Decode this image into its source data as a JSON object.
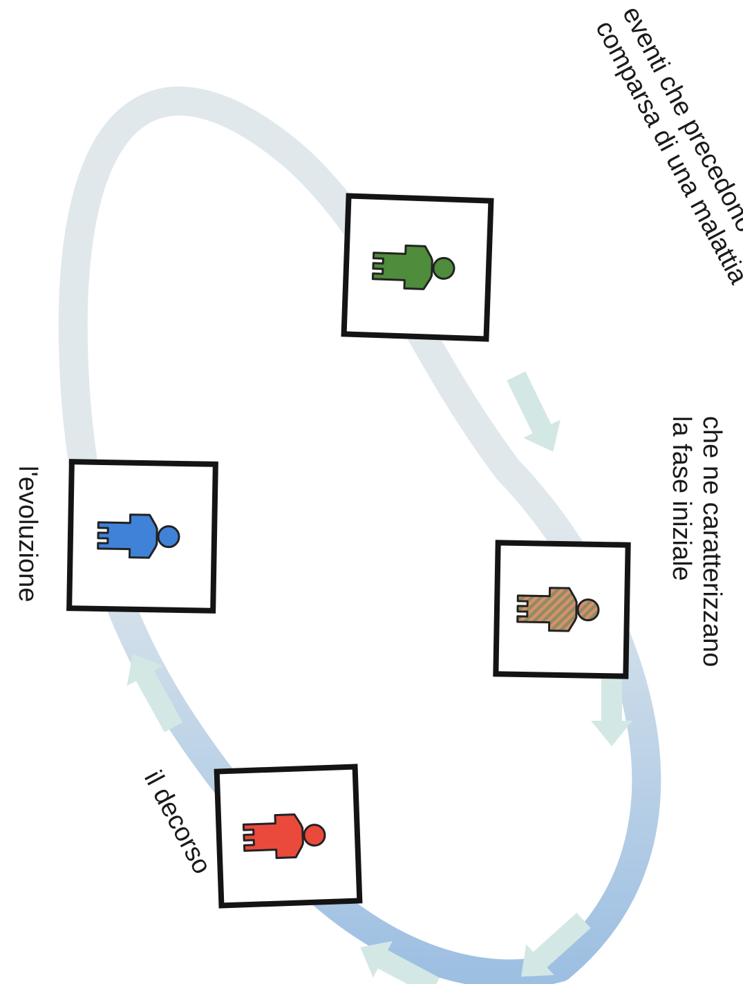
{
  "labels": {
    "top": [
      "eventi che precedono la",
      "comparsa di una malattia"
    ],
    "right": [
      "che ne caratterizzano",
      "la fase iniziale"
    ],
    "left": "l'evoluzione",
    "bottom": "il decorso"
  },
  "stages": [
    {
      "name": "green",
      "color": "#4f8c3c"
    },
    {
      "name": "striped",
      "color": "#d98e74",
      "stripe_color": "#8c8f5a"
    },
    {
      "name": "red",
      "color": "#ea4a3c"
    },
    {
      "name": "blue",
      "color": "#3f82d8"
    }
  ],
  "colors": {
    "cycle_light": "#e0e8ec",
    "cycle_dark": "#9dbfe2",
    "arrow": "#d3e8e4",
    "frame": "#141414"
  }
}
